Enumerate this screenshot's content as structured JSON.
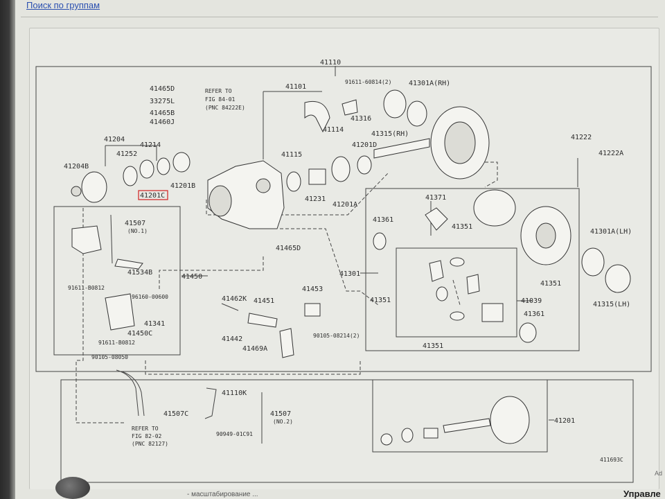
{
  "top_link": "Поиск по группам",
  "bottom_hint": "- масштабирование ...",
  "bottom_right": "Управле",
  "corner_glyph": "Ad",
  "diagram": {
    "figure_code": "411693C",
    "refer_1": [
      "REFER TO",
      "FIG 84-01",
      "(PNC 84222E)"
    ],
    "refer_2": [
      "REFER TO",
      "FIG 82-02",
      "(PNC 82127)"
    ],
    "labels": {
      "p41110": "41110",
      "p41101": "41101",
      "p91611a": "91611-60814(2)",
      "p41301a_rh": "41301A(RH)",
      "p41465d_top": "41465D",
      "p33275l": "33275L",
      "p41465b": "41465B",
      "p41460j": "41460J",
      "p41316": "41316",
      "p41114": "41114",
      "p41315_rh": "41315(RH)",
      "p41204": "41204",
      "p41214": "41214",
      "p41252": "41252",
      "p41204b": "41204B",
      "p41201b": "41201B",
      "p41201c": "41201C",
      "p41115": "41115",
      "p41201d": "41201D",
      "p41222": "41222",
      "p41222a": "41222A",
      "p41231": "41231",
      "p41201a": "41201A",
      "p41371": "41371",
      "p41361a": "41361",
      "p41351a": "41351",
      "p41507a": "41507",
      "p_no1": "(NO.1)",
      "p41534b": "41534B",
      "p41465d_mid": "41465D",
      "p41301a_lh": "41301A(LH)",
      "p41450": "41450",
      "p41301": "41301",
      "p41351b": "41351",
      "p91611b": "91611-B0812",
      "p96160": "96160-00600",
      "p41462k": "41462K",
      "p41451": "41451",
      "p41453": "41453",
      "p41351c": "41351",
      "p41039": "41039",
      "p41315_lh": "41315(LH)",
      "p41341": "41341",
      "p41450c": "41450C",
      "p91611c": "91611-B0812",
      "p41442": "41442",
      "p90105a": "90105-08214(2)",
      "p41469a": "41469A",
      "p41361b": "41361",
      "p41351d": "41351",
      "p90105b": "90105-08050",
      "p41110k": "41110K",
      "p41507c": "41507C",
      "p41507b": "41507",
      "p_no2": "(NO.2)",
      "p41201": "41201",
      "p90949": "90949-01C91"
    }
  }
}
